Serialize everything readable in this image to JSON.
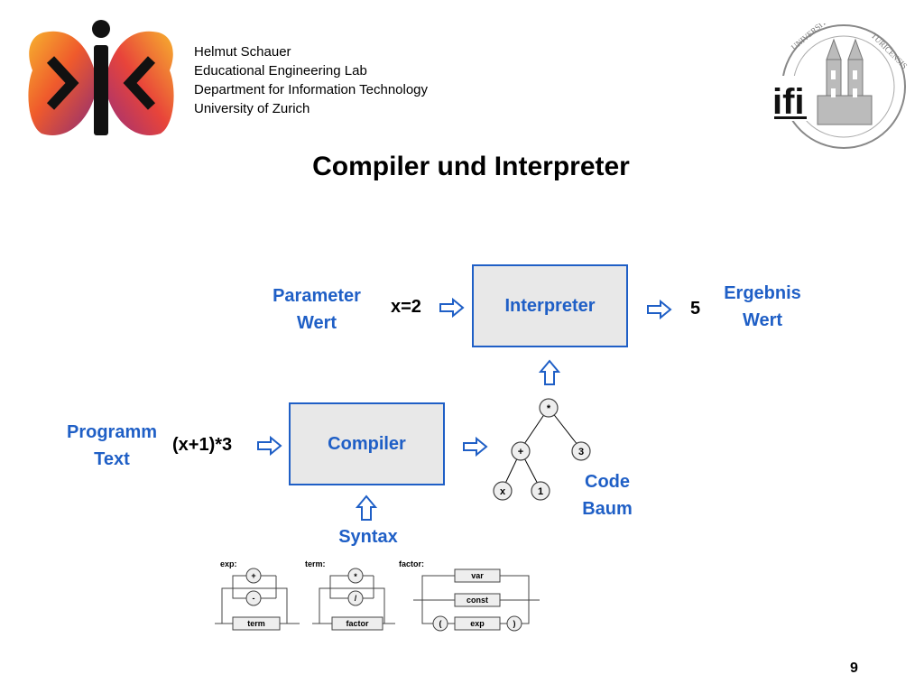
{
  "header": {
    "lines": [
      "Helmut Schauer",
      "Educational Engineering Lab",
      "Department for Information Technology",
      "University of Zurich"
    ],
    "right_logo_text": "ifi",
    "seal_text": "UNIVERSITAS TURICENSIS"
  },
  "title": "Compiler und Interpreter",
  "diagram": {
    "parameter_label": [
      "Parameter",
      "Wert"
    ],
    "parameter_value": "x=2",
    "interpreter_label": "Interpreter",
    "result_value": "5",
    "result_label": [
      "Ergebnis",
      "Wert"
    ],
    "program_label": [
      "Programm",
      "Text"
    ],
    "program_value": "(x+1)*3",
    "compiler_label": "Compiler",
    "syntax_label": "Syntax",
    "code_label": [
      "Code",
      "Baum"
    ],
    "tree": {
      "root": "*",
      "plus": "+",
      "three": "3",
      "x": "x",
      "one": "1"
    },
    "syntax_diagrams": {
      "exp": {
        "name": "exp:",
        "ops": [
          "+",
          "-"
        ],
        "box": "term"
      },
      "term": {
        "name": "term:",
        "ops": [
          "*",
          "/"
        ],
        "box": "factor"
      },
      "factor": {
        "name": "factor:",
        "boxes": [
          "var",
          "const",
          "exp"
        ],
        "parens": [
          "(",
          ")"
        ]
      }
    }
  },
  "page_number": "9",
  "colors": {
    "accent": "#1f5fc6",
    "box_fill": "#e8e8e8"
  }
}
